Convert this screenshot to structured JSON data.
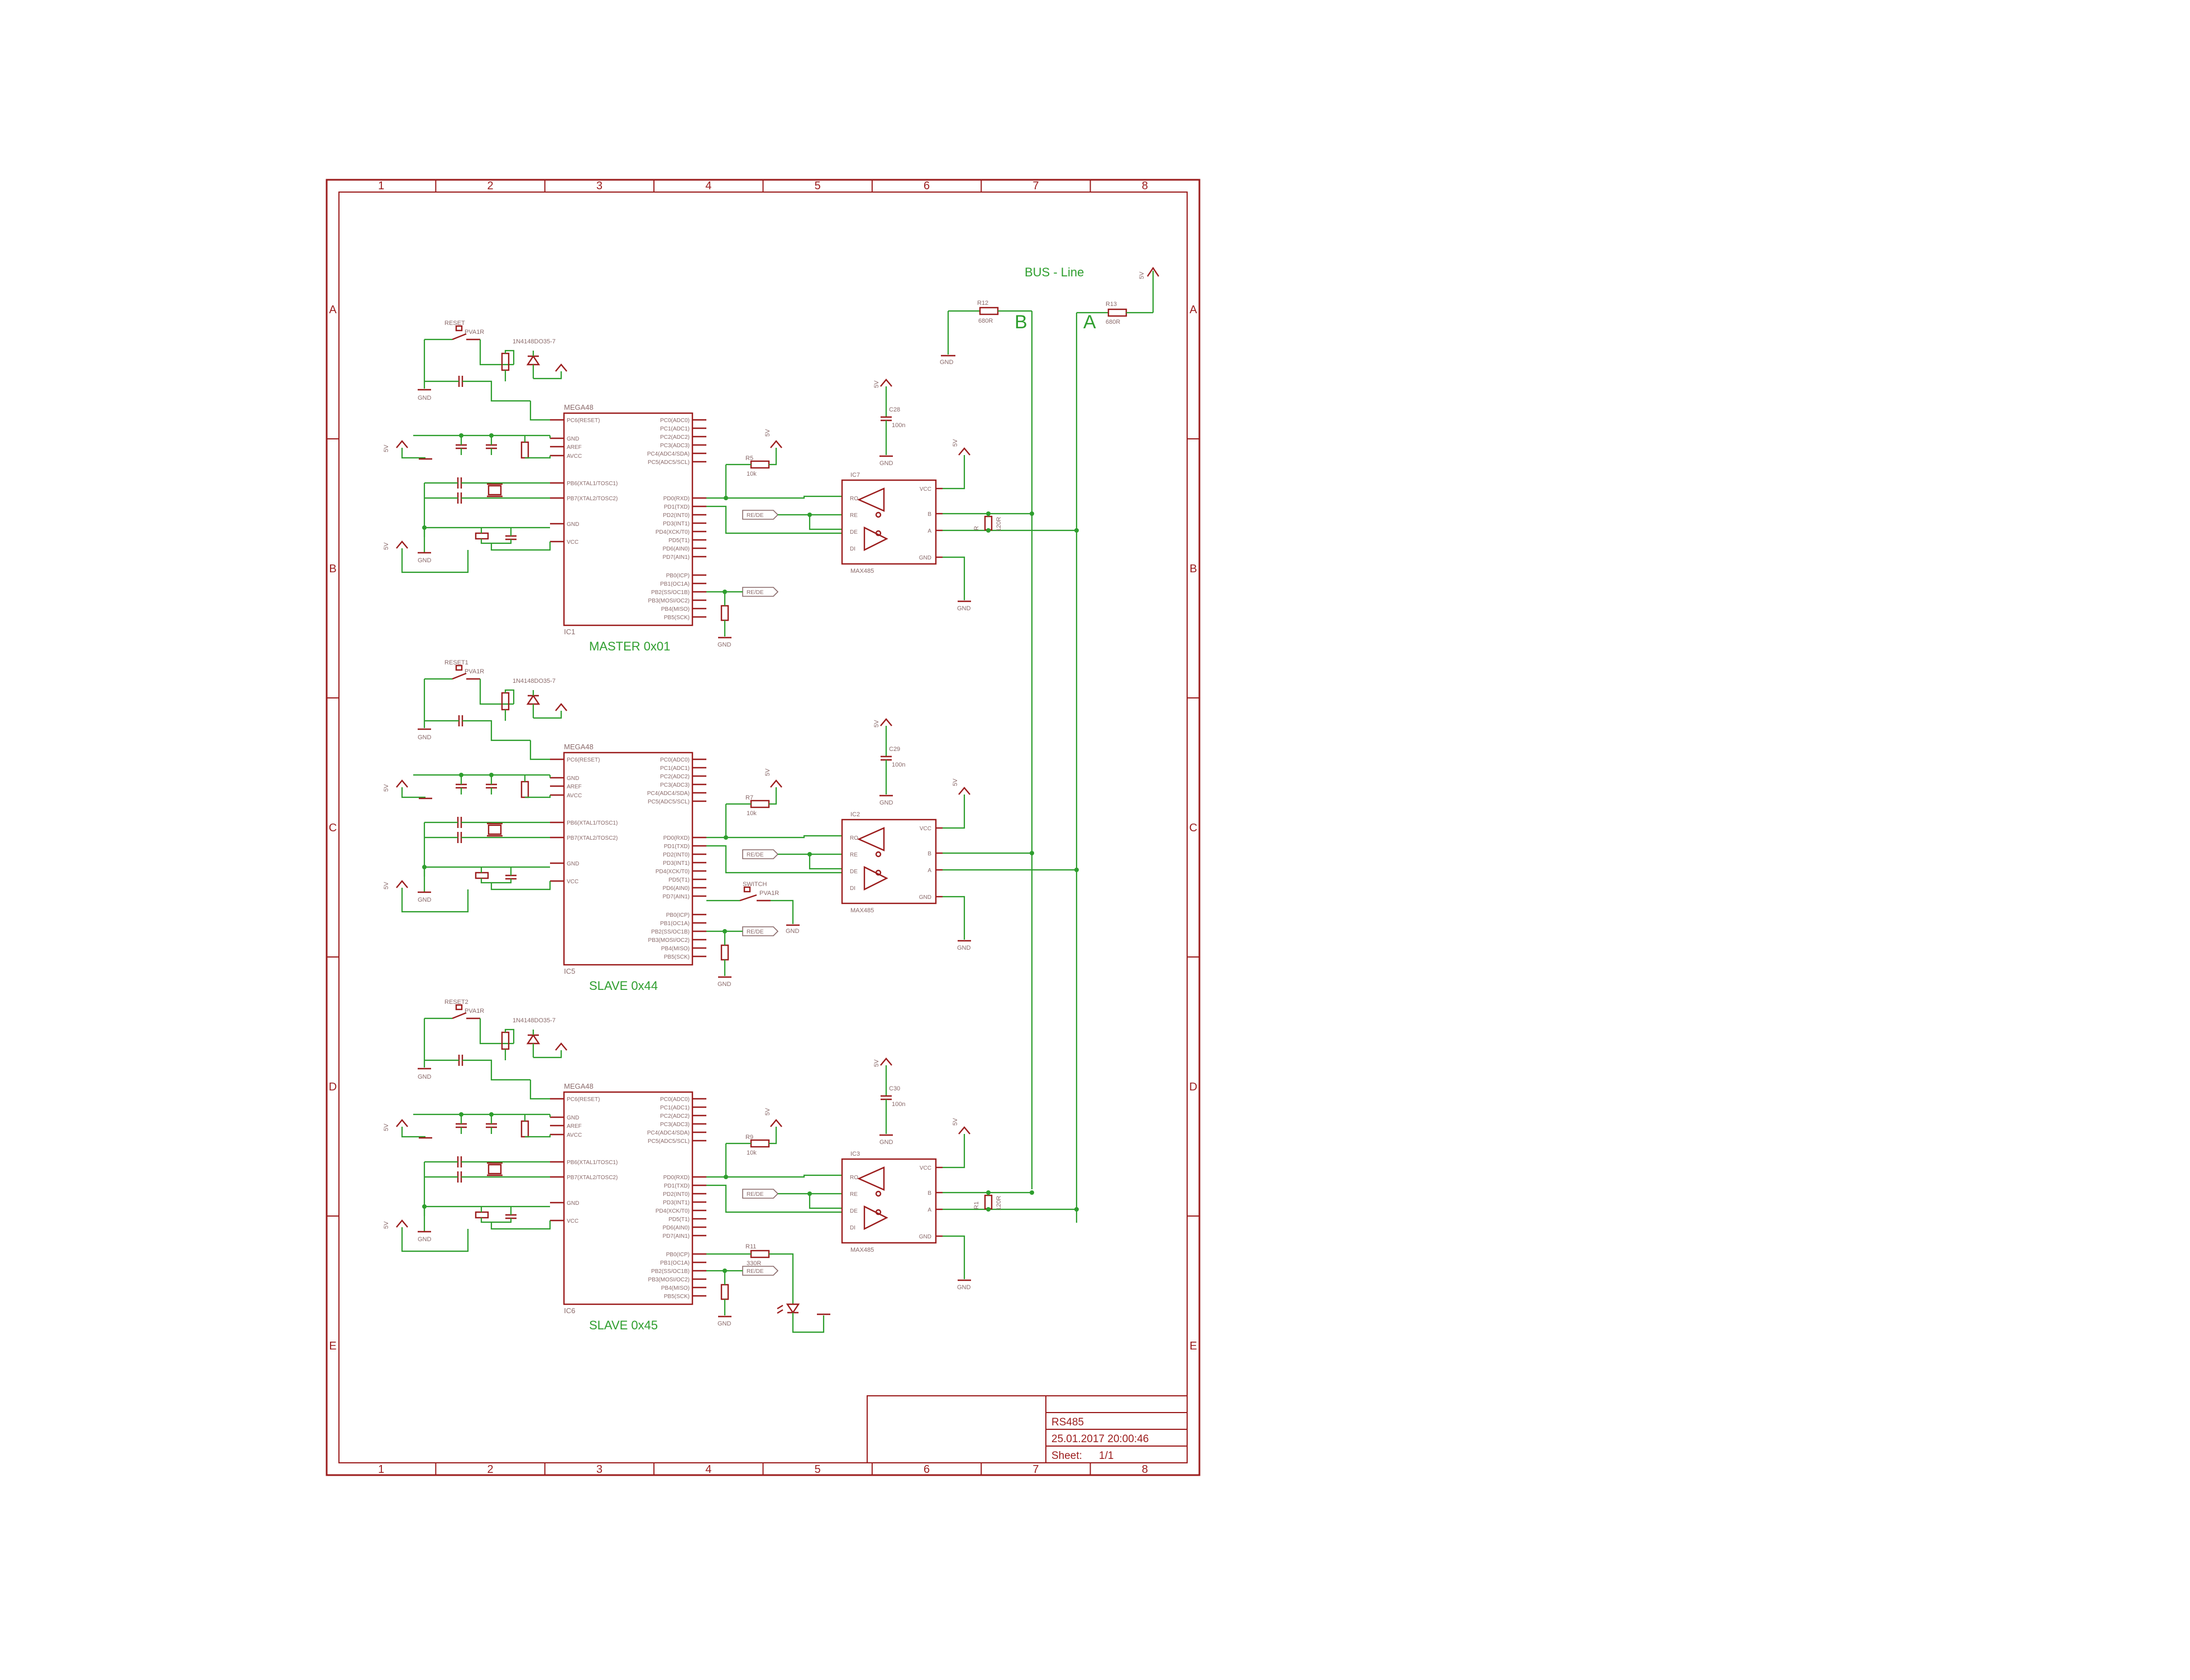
{
  "sheet": {
    "columns": [
      "1",
      "2",
      "3",
      "4",
      "5",
      "6",
      "7",
      "8"
    ],
    "rows": [
      "A",
      "B",
      "C",
      "D",
      "E"
    ]
  },
  "title_block": {
    "title": "RS485",
    "date": "25.01.2017 20:00:46",
    "sheet_label": "Sheet:",
    "sheet_value": "1/1"
  },
  "bus": {
    "title": "BUS - Line",
    "line_b": "B",
    "line_a": "A",
    "r12_name": "R12",
    "r12_value": "680R",
    "r13_name": "R13",
    "r13_value": "680R",
    "gnd": "GND",
    "supply": "5V"
  },
  "blocks": [
    {
      "label": "MASTER 0x01",
      "mcu_name": "IC1",
      "mcu_type": "MEGA48",
      "xcvr_name": "IC7",
      "xcvr_type": "MAX485",
      "reset_name": "RESET",
      "reset_type": "PVA1R",
      "diode": "1N4148DO35-7",
      "r_pull": "R5",
      "r_pull_val": "10k",
      "c_dec": "C28",
      "c_dec_val": "100n",
      "r_term": "R",
      "r_term_val": "120R",
      "tag": "RE/DE"
    },
    {
      "label": "SLAVE 0x44",
      "mcu_name": "IC5",
      "mcu_type": "MEGA48",
      "xcvr_name": "IC2",
      "xcvr_type": "MAX485",
      "reset_name": "RESET1",
      "reset_type": "PVA1R",
      "diode": "1N4148DO35-7",
      "r_pull": "R7",
      "r_pull_val": "10k",
      "c_dec": "C29",
      "c_dec_val": "100n",
      "switch_name": "SWITCH",
      "switch_type": "PVA1R",
      "tag": "RE/DE"
    },
    {
      "label": "SLAVE 0x45",
      "mcu_name": "IC6",
      "mcu_type": "MEGA48",
      "xcvr_name": "IC3",
      "xcvr_type": "MAX485",
      "reset_name": "RESET2",
      "reset_type": "PVA1R",
      "diode": "1N4148DO35-7",
      "r_pull": "R9",
      "r_pull_val": "10k",
      "c_dec": "C30",
      "c_dec_val": "100n",
      "r_led": "R11",
      "r_led_val": "330R",
      "r_term": "R1",
      "r_term_val": "120R",
      "tag": "RE/DE"
    }
  ],
  "mcu_pins_left": [
    "PC6(RESET)",
    "GND",
    "AREF",
    "AVCC",
    "PB6(XTAL1/TOSC1)",
    "PB7(XTAL2/TOSC2)",
    "GND",
    "VCC"
  ],
  "mcu_pins_right_top": [
    "PC0(ADC0)",
    "PC1(ADC1)",
    "PC2(ADC2)",
    "PC3(ADC3)",
    "PC4(ADC4/SDA)",
    "PC5(ADC5/SCL)"
  ],
  "mcu_pins_right_mid": [
    "PD0(RXD)",
    "PD1(TXD)",
    "PD2(INT0)",
    "PD3(INT1)",
    "PD4(XCK/T0)",
    "PD5(T1)",
    "PD6(AIN0)",
    "PD7(AIN1)"
  ],
  "mcu_pins_right_bot": [
    "PB0(ICP)",
    "PB1(OC1A)",
    "PB2(SS/OC1B)",
    "PB3(MOSI/OC2)",
    "PB4(MISO)",
    "PB5(SCK)"
  ],
  "xcvr_pins": [
    "RO",
    "RE",
    "DE",
    "DI",
    "VCC",
    "B",
    "A",
    "GND"
  ]
}
